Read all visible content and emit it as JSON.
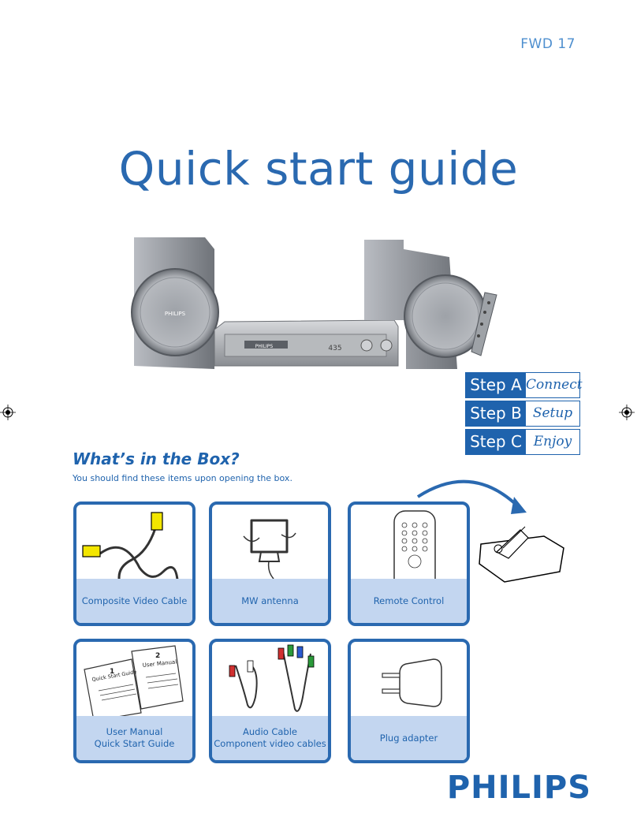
{
  "header": {
    "model": "FWD 17",
    "title": "Quick start guide"
  },
  "steps": [
    {
      "label": "Step A",
      "action": "Connect"
    },
    {
      "label": "Step B",
      "action": "Setup"
    },
    {
      "label": "Step C",
      "action": "Enjoy"
    }
  ],
  "box": {
    "title": "What’s in the Box?",
    "subtitle": "You should find these items upon opening the box.",
    "items": [
      {
        "label": "Composite Video Cable",
        "icon": "video-cable-icon"
      },
      {
        "label": "MW antenna",
        "icon": "antenna-icon"
      },
      {
        "label": "Remote Control",
        "icon": "remote-icon"
      },
      {
        "label": "User Manual\nQuick Start Guide",
        "icon": "manual-icon"
      },
      {
        "label": "Audio Cable\nComponent video cables",
        "icon": "audio-cable-icon"
      },
      {
        "label": "Plug adapter",
        "icon": "plug-adapter-icon"
      }
    ]
  },
  "hero": {
    "brand_text": "PHILIPS",
    "display": "435"
  },
  "manual_labels": {
    "one": "1",
    "two": "2",
    "qsg": "Quick Start Guide",
    "um": "User Manual"
  },
  "brand": {
    "logo": "PHILIPS"
  },
  "colors": {
    "accent": "#2a69b0",
    "band": "#c3d6f0",
    "step": "#1f63ad"
  }
}
